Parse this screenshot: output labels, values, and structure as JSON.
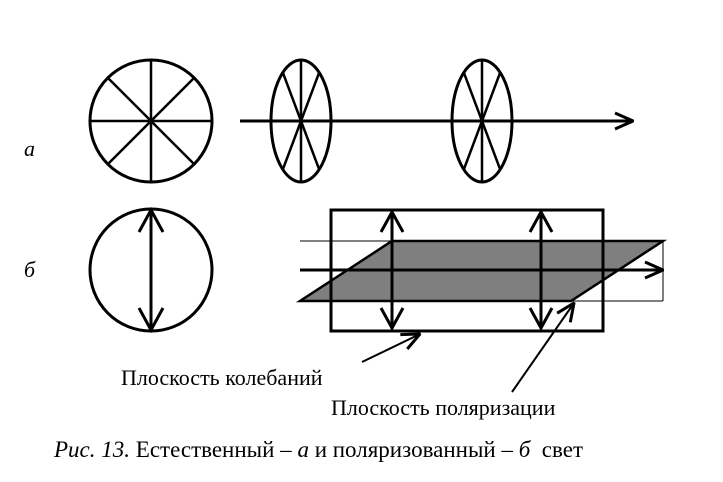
{
  "labels": {
    "row_a": "а",
    "row_b": "б",
    "vibration_plane": "Плоскость колебаний",
    "polarization_plane": "Плоскость поляризации"
  },
  "caption": {
    "fig": "Рис. 13.",
    "text1": " Естественный – ",
    "a": "а",
    "text2": " и поляризованный – ",
    "b": "б",
    "text3": "  свет"
  },
  "colors": {
    "stroke": "#000000",
    "plane_fill": "#7f7f7f"
  }
}
